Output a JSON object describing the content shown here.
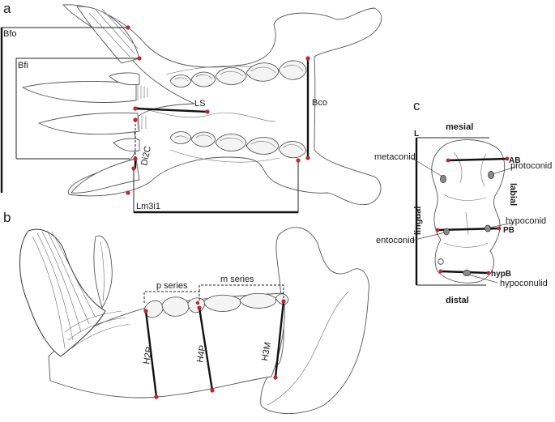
{
  "panels": {
    "a": {
      "letter": "a",
      "labels": {
        "bfo": "Bfo",
        "bfi": "Bfi",
        "ls": "LS",
        "bco": "Bco",
        "di2c": "Di2C",
        "lm3i1": "Lm3i1"
      }
    },
    "b": {
      "letter": "b",
      "labels": {
        "p_series": "p series",
        "m_series": "m series",
        "h2p": "H2P",
        "h4p": "H4P",
        "h3m": "H3M"
      }
    },
    "c": {
      "letter": "c",
      "labels": {
        "mesial": "mesial",
        "distal": "distal",
        "lingual": "lingual",
        "labial": "labial",
        "l": "L",
        "ab": "AB",
        "pb": "PB",
        "hypb": "hypB",
        "metaconid": "metaconid",
        "protoconid": "protoconid",
        "hypoconid": "hypoconid",
        "entoconid": "entoconid",
        "hypoconulid": "hypoconulid"
      }
    }
  },
  "colors": {
    "landmark": "#c0262b",
    "measurement": "#111111",
    "outline": "#555555"
  }
}
